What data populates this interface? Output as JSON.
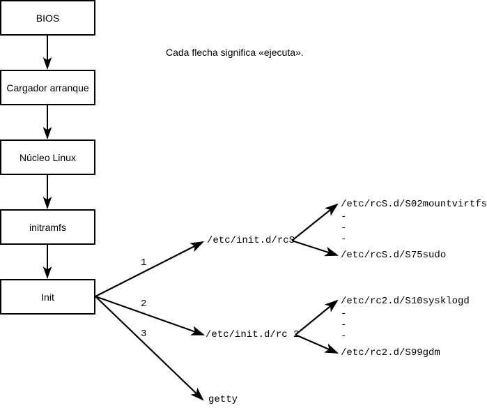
{
  "diagram": {
    "caption": "Cada flecha significa «ejecuta».",
    "boot_chain": [
      {
        "label": "BIOS"
      },
      {
        "label": "Cargador arranque"
      },
      {
        "label": "Núcleo Linux"
      },
      {
        "label": "initramfs"
      },
      {
        "label": "Init"
      }
    ],
    "branch_numbers": [
      "1",
      "2",
      "3"
    ],
    "init_targets": [
      {
        "label": "/etc/init.d/rcS"
      },
      {
        "label": "/etc/init.d/rc 2"
      },
      {
        "label": "getty"
      }
    ],
    "rcs_scripts": {
      "first": "/etc/rcS.d/S02mountvirtfs",
      "ellipsis": [
        "-",
        "-",
        "-"
      ],
      "last": "/etc/rcS.d/S75sudo"
    },
    "rc2_scripts": {
      "first": "/etc/rc2.d/S10sysklogd",
      "ellipsis": [
        "-",
        "-",
        "-"
      ],
      "last": "/etc/rc2.d/S99gdm"
    },
    "colors": {
      "stroke": "#000000",
      "background": "#ffffff",
      "text": "#000000"
    }
  }
}
